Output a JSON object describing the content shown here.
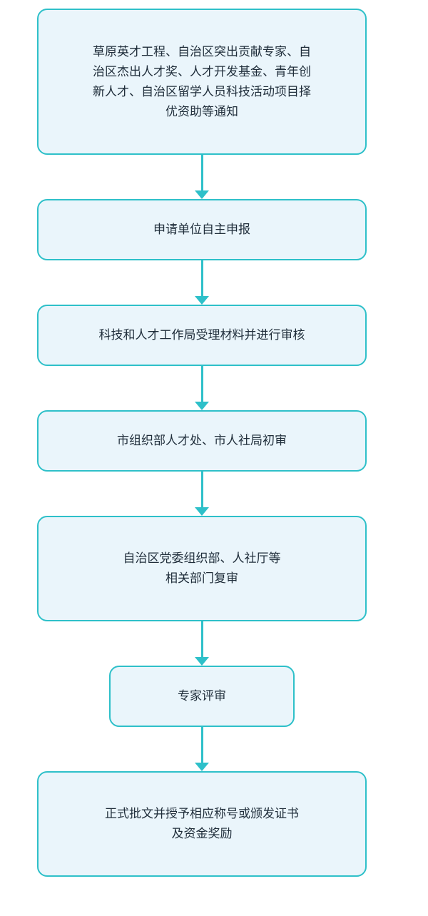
{
  "flowchart": {
    "steps": [
      {
        "lines": [
          "草原英才工程、自治区突出贡献专家、自",
          "治区杰出人才奖、人才开发基金、青年创",
          "新人才、自治区留学人员科技活动项目择",
          "优资助等通知"
        ]
      },
      {
        "lines": [
          "申请单位自主申报"
        ]
      },
      {
        "lines": [
          "科技和人才工作局受理材料并进行审核"
        ]
      },
      {
        "lines": [
          "市组织部人才处、市人社局初审"
        ]
      },
      {
        "lines": [
          "自治区党委组织部、人社厅等",
          "相关部门复审"
        ]
      },
      {
        "lines": [
          "专家评审"
        ]
      },
      {
        "lines": [
          "正式批文并授予相应称号或颁发证书",
          "及资金奖励"
        ]
      }
    ],
    "colors": {
      "border": "#2ec0c9",
      "box_fill": "#eaf5fb",
      "arrow": "#2ec0c9",
      "text": "#1f2d3a"
    }
  }
}
